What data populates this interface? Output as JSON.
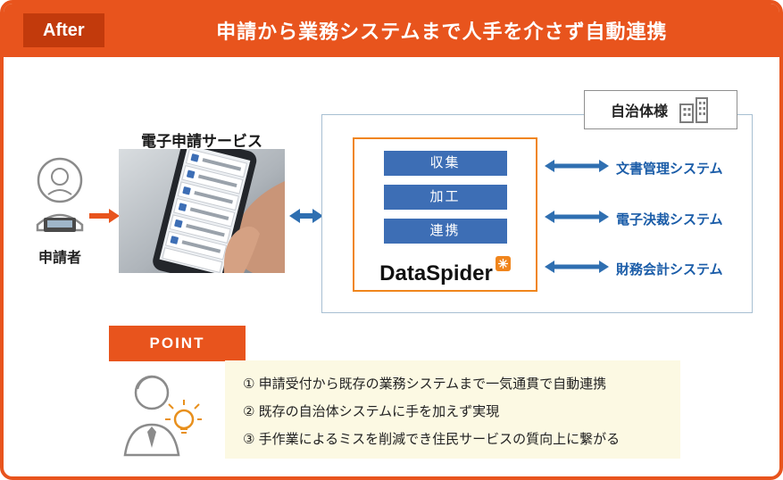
{
  "header": {
    "badge": "After",
    "title": "申請から業務システムまで人手を介さず自動連携"
  },
  "diagram": {
    "applicant_label": "申請者",
    "service_label": "電子申請サービス",
    "municipality_label": "自治体様",
    "dataspider": {
      "steps": [
        "収集",
        "加工",
        "連携"
      ],
      "logo": "DataSpider"
    },
    "systems": [
      "文書管理システム",
      "電子決裁システム",
      "財務会計システム"
    ]
  },
  "point": {
    "badge": "POINT",
    "items": [
      "① 申請受付から既存の業務システムまで一気通貫で自動連携",
      "② 既存の自治体システムに手を加えず実現",
      "③ 手作業によるミスを削減でき住民サービスの質向上に繋がる"
    ]
  },
  "icons": {
    "person": "person-icon",
    "building": "building-icon",
    "dataspider_mark": "dataspider-icon",
    "person_idea": "person-idea-icon",
    "arrow_right": "arrow-right-icon",
    "double_arrow": "double-arrow-icon",
    "photo": "smartphone-photo"
  },
  "colors": {
    "accent_orange": "#E8541D",
    "badge_dark_orange": "#C23A0C",
    "dataspider_border_orange": "#F0851C",
    "button_blue": "#3D6EB5",
    "arrow_blue": "#2F6FB1",
    "system_text_blue": "#1A5CA8",
    "point_bg": "#FCF9E3"
  }
}
